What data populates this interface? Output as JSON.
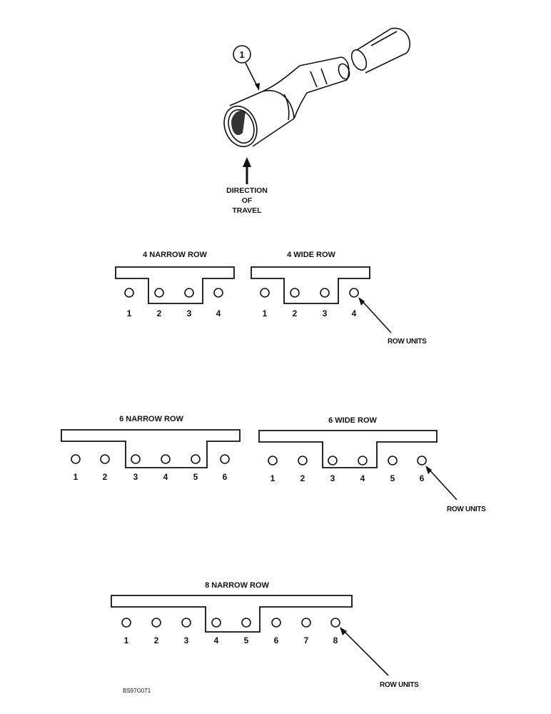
{
  "header_figure": {
    "callout": "1",
    "direction_lines": [
      "DIRECTION",
      "OF",
      "TRAVEL"
    ]
  },
  "layouts": {
    "four_narrow": {
      "title": "4 NARROW ROW",
      "units": [
        "1",
        "2",
        "3",
        "4"
      ]
    },
    "four_wide": {
      "title": "4 WIDE ROW",
      "units": [
        "1",
        "2",
        "3",
        "4"
      ],
      "pointer": "ROW UNITS"
    },
    "six_narrow": {
      "title": "6 NARROW ROW",
      "units": [
        "1",
        "2",
        "3",
        "4",
        "5",
        "6"
      ]
    },
    "six_wide": {
      "title": "6 WIDE ROW",
      "units": [
        "1",
        "2",
        "3",
        "4",
        "5",
        "6"
      ],
      "pointer": "ROW UNITS"
    },
    "eight_narrow": {
      "title": "8 NARROW ROW",
      "units": [
        "1",
        "2",
        "3",
        "4",
        "5",
        "6",
        "7",
        "8"
      ],
      "pointer": "ROW UNITS"
    }
  },
  "figure_code": "BS97G071"
}
